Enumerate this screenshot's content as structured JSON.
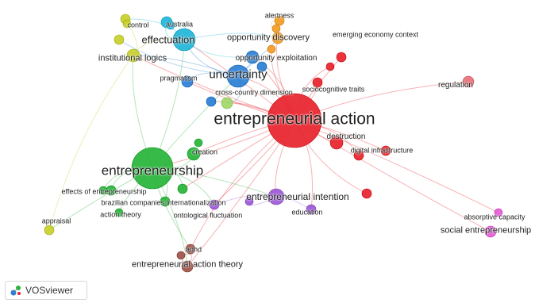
{
  "app": {
    "name": "VOSviewer"
  },
  "colors": {
    "red": "#e8232c",
    "green": "#27b43a",
    "blue": "#2a7fd4",
    "yellow": "#c7cf2d",
    "purple": "#9b59d6",
    "orange": "#f39b24",
    "cyan": "#1fb6d8",
    "brown": "#a0524a",
    "pink": "#e45bd6",
    "lightgreen": "#9fd86a",
    "salmon": "#e8727a"
  },
  "labels": [
    {
      "text": "entrepreneurial action",
      "cluster": "red"
    },
    {
      "text": "entrepreneurship",
      "cluster": "green"
    },
    {
      "text": "uncertainty",
      "cluster": "blue"
    },
    {
      "text": "effectuation",
      "cluster": "cyan"
    },
    {
      "text": "institutional logics",
      "cluster": "yellow"
    },
    {
      "text": "control",
      "cluster": "yellow"
    },
    {
      "text": "australia",
      "cluster": "cyan"
    },
    {
      "text": "alertness",
      "cluster": "orange"
    },
    {
      "text": "opportunity discovery",
      "cluster": "orange"
    },
    {
      "text": "opportunity exploitation",
      "cluster": "blue"
    },
    {
      "text": "emerging economy context",
      "cluster": "red"
    },
    {
      "text": "pragmatism",
      "cluster": "blue"
    },
    {
      "text": "sociocognitive traits",
      "cluster": "red"
    },
    {
      "text": "regulation",
      "cluster": "salmon"
    },
    {
      "text": "cross-country dimension",
      "cluster": "blue"
    },
    {
      "text": "destruction",
      "cluster": "red"
    },
    {
      "text": "digital infrastructure",
      "cluster": "red"
    },
    {
      "text": "creation",
      "cluster": "green"
    },
    {
      "text": "effects of entrepreneurship",
      "cluster": "green"
    },
    {
      "text": "brazilian companies internationalization",
      "cluster": "green"
    },
    {
      "text": "entrepreneurial intention",
      "cluster": "purple"
    },
    {
      "text": "action theory",
      "cluster": "green"
    },
    {
      "text": "ontological fluctuation",
      "cluster": "purple"
    },
    {
      "text": "education",
      "cluster": "purple"
    },
    {
      "text": "appraisal",
      "cluster": "yellow"
    },
    {
      "text": "absorptive capacity",
      "cluster": "pink"
    },
    {
      "text": "social entrepreneurship",
      "cluster": "pink"
    },
    {
      "text": "adhd",
      "cluster": "brown"
    },
    {
      "text": "entrepreneurial action theory",
      "cluster": "brown"
    }
  ],
  "icons": {
    "logo": "vosviewer-logo-icon"
  }
}
